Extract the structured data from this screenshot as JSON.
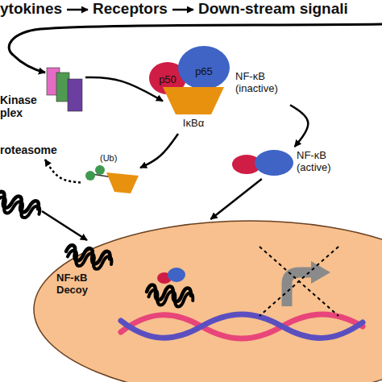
{
  "diagram": {
    "nodes": [
      {
        "text": [
          "Kinase plex"
        ]
      },
      {
        "text": [
          "NF-κB (inactive)"
        ]
      },
      {
        "text": [
          "p50"
        ],
        "in": 1
      },
      {
        "text": [
          "p65"
        ],
        "in": 1
      },
      {
        "text": [
          "IκBα"
        ],
        "in": 1
      },
      {
        "text": [
          "(Ub)"
        ]
      },
      {
        "text": [
          "roteasome"
        ]
      },
      {
        "text": [
          "NF-κB (active)"
        ]
      },
      {
        "text": [
          "NF-κB Decoy"
        ]
      }
    ],
    "edges": [
      {
        "from": 0,
        "to": 4,
        "arrow": "to"
      },
      {
        "from": 4,
        "to": 5,
        "arrow": "to"
      },
      {
        "from": 5,
        "to": 6,
        "arrow": "to"
      },
      {
        "from": 1,
        "to": 7,
        "arrow": "to"
      },
      {
        "from": 7,
        "to": 8,
        "arrow": "to"
      }
    ],
    "labels": [
      "ytokines",
      "Receptors",
      "Down-stream signali"
    ]
  }
}
